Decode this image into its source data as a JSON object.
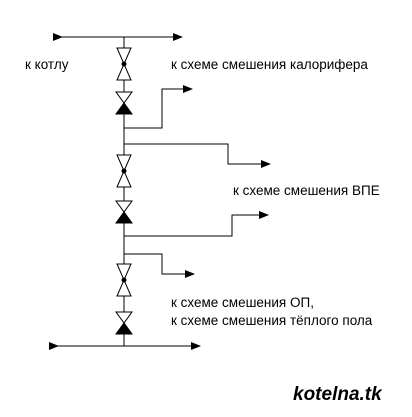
{
  "labels": {
    "boiler": "к котлу",
    "heater_mixing": "к схеме смешения калорифера",
    "vpe_mixing": "к схеме смешения ВПЕ",
    "op_mixing": "к схеме смешения ОП,",
    "floor_mixing": "к схеме смешения тёплого пола"
  },
  "watermark": "kotelna.tk",
  "colors": {
    "line": "#000000",
    "background": "#ffffff"
  }
}
